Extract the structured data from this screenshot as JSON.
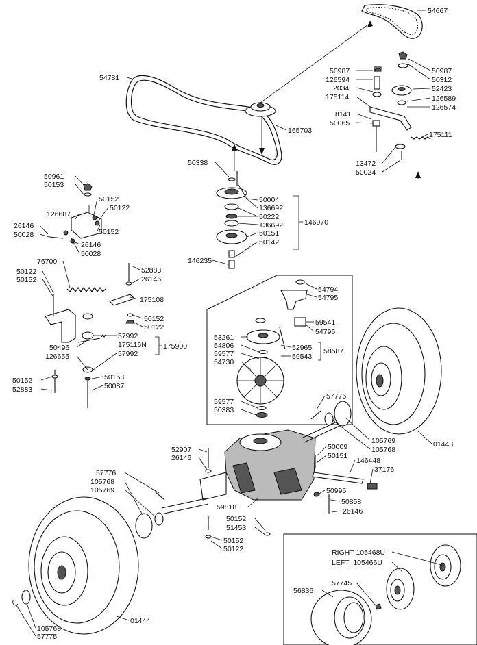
{
  "labels": {
    "l54667": "54667",
    "l54781": "54781",
    "l165703": "165703",
    "l50987a": "50987",
    "l126594": "126594",
    "l2034": "2034",
    "l175114": "175114",
    "l8141": "8141",
    "l50065": "50065",
    "l13472": "13472",
    "l50024": "50024",
    "l50987b": "50987",
    "l50312": "50312",
    "l52423": "52423",
    "l126589": "126589",
    "l126574": "126574",
    "l175111": "175111",
    "l50338": "50338",
    "l50004": "50004",
    "l136692a": "136692",
    "l50222": "50222",
    "l136692b": "136692",
    "l50151a": "50151",
    "l50142": "50142",
    "l146235": "146235",
    "l146970": "146970",
    "l50961": "50961",
    "l50153a": "50153",
    "l50152a": "50152",
    "l50122a": "50122",
    "l126687": "126687",
    "l26146a": "26146",
    "l50028a": "50028",
    "l50152b": "50152",
    "l26146b": "26146",
    "l50028b": "50028",
    "l76700": "76700",
    "l50122b": "50122",
    "l50152c": "50152",
    "l52883a": "52883",
    "l26146c": "26146",
    "l175108": "175108",
    "l50152d": "50152",
    "l50122c": "50122",
    "l57992a": "57992",
    "l50496": "50496",
    "l175116N": "175116N",
    "l175900": "175900",
    "l126655": "126655",
    "l57992b": "57992",
    "l50152e": "50152",
    "l52883b": "52883",
    "l50153b": "50153",
    "l50087": "50087",
    "l54794": "54794",
    "l54795": "54795",
    "l59541": "59541",
    "l54796": "54796",
    "l53261": "53261",
    "l52965": "52965",
    "l54806": "54806",
    "l59577a": "59577",
    "l59543": "59543",
    "l58587": "58587",
    "l54730": "54730",
    "l59577b": "59577",
    "l50383": "50383",
    "l57776a": "57776",
    "l105769a": "105769",
    "l105768a": "105768",
    "l01443": "01443",
    "l52907": "52907",
    "l26146d": "26146",
    "l50009": "50009",
    "l50151b": "50151",
    "l146448": "146448",
    "l37176": "37176",
    "l57776b": "57776",
    "l105768b": "105768",
    "l105769b": "105769",
    "l50995": "50995",
    "l50858": "50858",
    "l26146e": "26146",
    "l59818": "59818",
    "l50152f": "50152",
    "l51453": "51453",
    "l50152g": "50152",
    "l50122d": "50122",
    "l105768c": "105768",
    "l57775": "57775",
    "l01444": "01444",
    "l_right": "RIGHT 105468U",
    "l_left": "LEFT  105466U",
    "l57745": "57745",
    "l56836": "56836"
  }
}
